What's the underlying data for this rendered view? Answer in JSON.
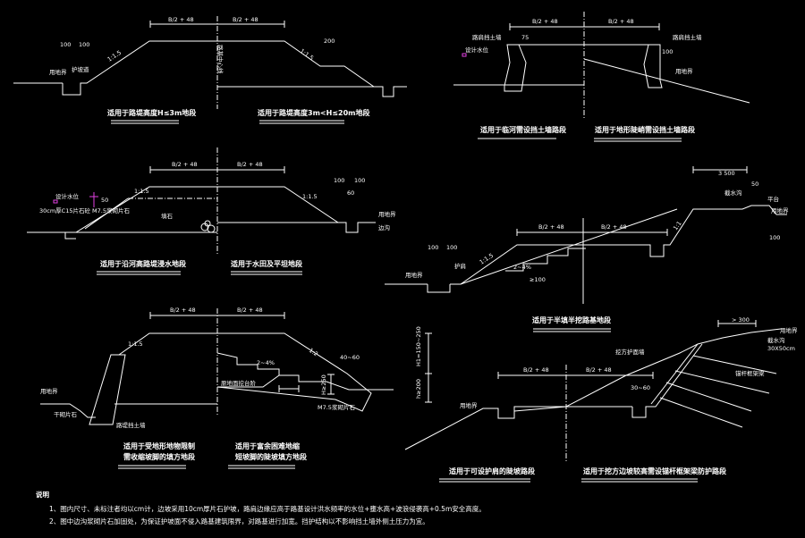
{
  "colors": {
    "background": "#000000",
    "line": "#ffffff",
    "marker": "#e040e0"
  },
  "dims": {
    "half_width": "B/2 + 48",
    "slope_15": "1:1.5",
    "slope_1": "1:1",
    "d100": "100",
    "d60": "60",
    "d200": "200",
    "d50": "50",
    "d3500": "3 500",
    "d7000": "> 300",
    "d30_60": "30~60",
    "d40_60": "40~60",
    "dh50": "50",
    "h2050": "H≥250",
    "h1": "H1=150~250",
    "h2": "h≥200",
    "grade": "2~4%",
    "slope_2": "1:2",
    "d75": "75",
    "step": "≥100"
  },
  "labels": {
    "centerline": "路基中心线",
    "ditch": "边沟",
    "shoulder": "护坡道",
    "boundary": "用地界",
    "retaining_wall": "路肩挡土墙",
    "retaining_wall2": "路堤挡土墙",
    "design_water": "设计水位",
    "rock": "填石",
    "stone_guard": "干砌片石",
    "mortar": "M7.5浆砌片石",
    "intercept": "截水沟",
    "platform": "平台",
    "fill_layer": "原地面挖台阶",
    "anchor": "锚杆框架梁",
    "protect": "护肩",
    "cut_wall": "挖方护面墙",
    "intercept_dim": "30X50cm",
    "guard_text": "30cm厚C15片石砼 M7.5浆砌片石"
  },
  "captions": [
    "适用于路堤高度H≤3m地段",
    "适用于路堤高度3m<H≤20m地段",
    "适用于临河需设挡土墙路段",
    "适用于地形陡峭需设挡土墙路段",
    "适用于沿河高路堤浸水地段",
    "适用于水田及平坦地段",
    "适用于半填半挖路基地段",
    "适用于受地形地物限制",
    "需收缩坡脚的填方地段",
    "适用于富余困难地缩",
    "短坡脚的陡坡填方地段",
    "适用于可设护肩的陡坡路段",
    "适用于挖方边坡较高需设锚杆框架梁防护路段"
  ],
  "notes": {
    "title": "说明",
    "items": [
      "1、图内尺寸、未标注者均以cm计，边坡采用10cm厚片石护坡，路肩边缘应高于路基设计洪水频率的水位+壅水高+波浪侵袭高+0.5m安全高度。",
      "2、图中边沟浆砌片石加固处，为保证护坡面不侵入路基建筑限界，对路基进行加宽。挡护结构以不影响挡土墙外侧土压力为宜。"
    ]
  }
}
